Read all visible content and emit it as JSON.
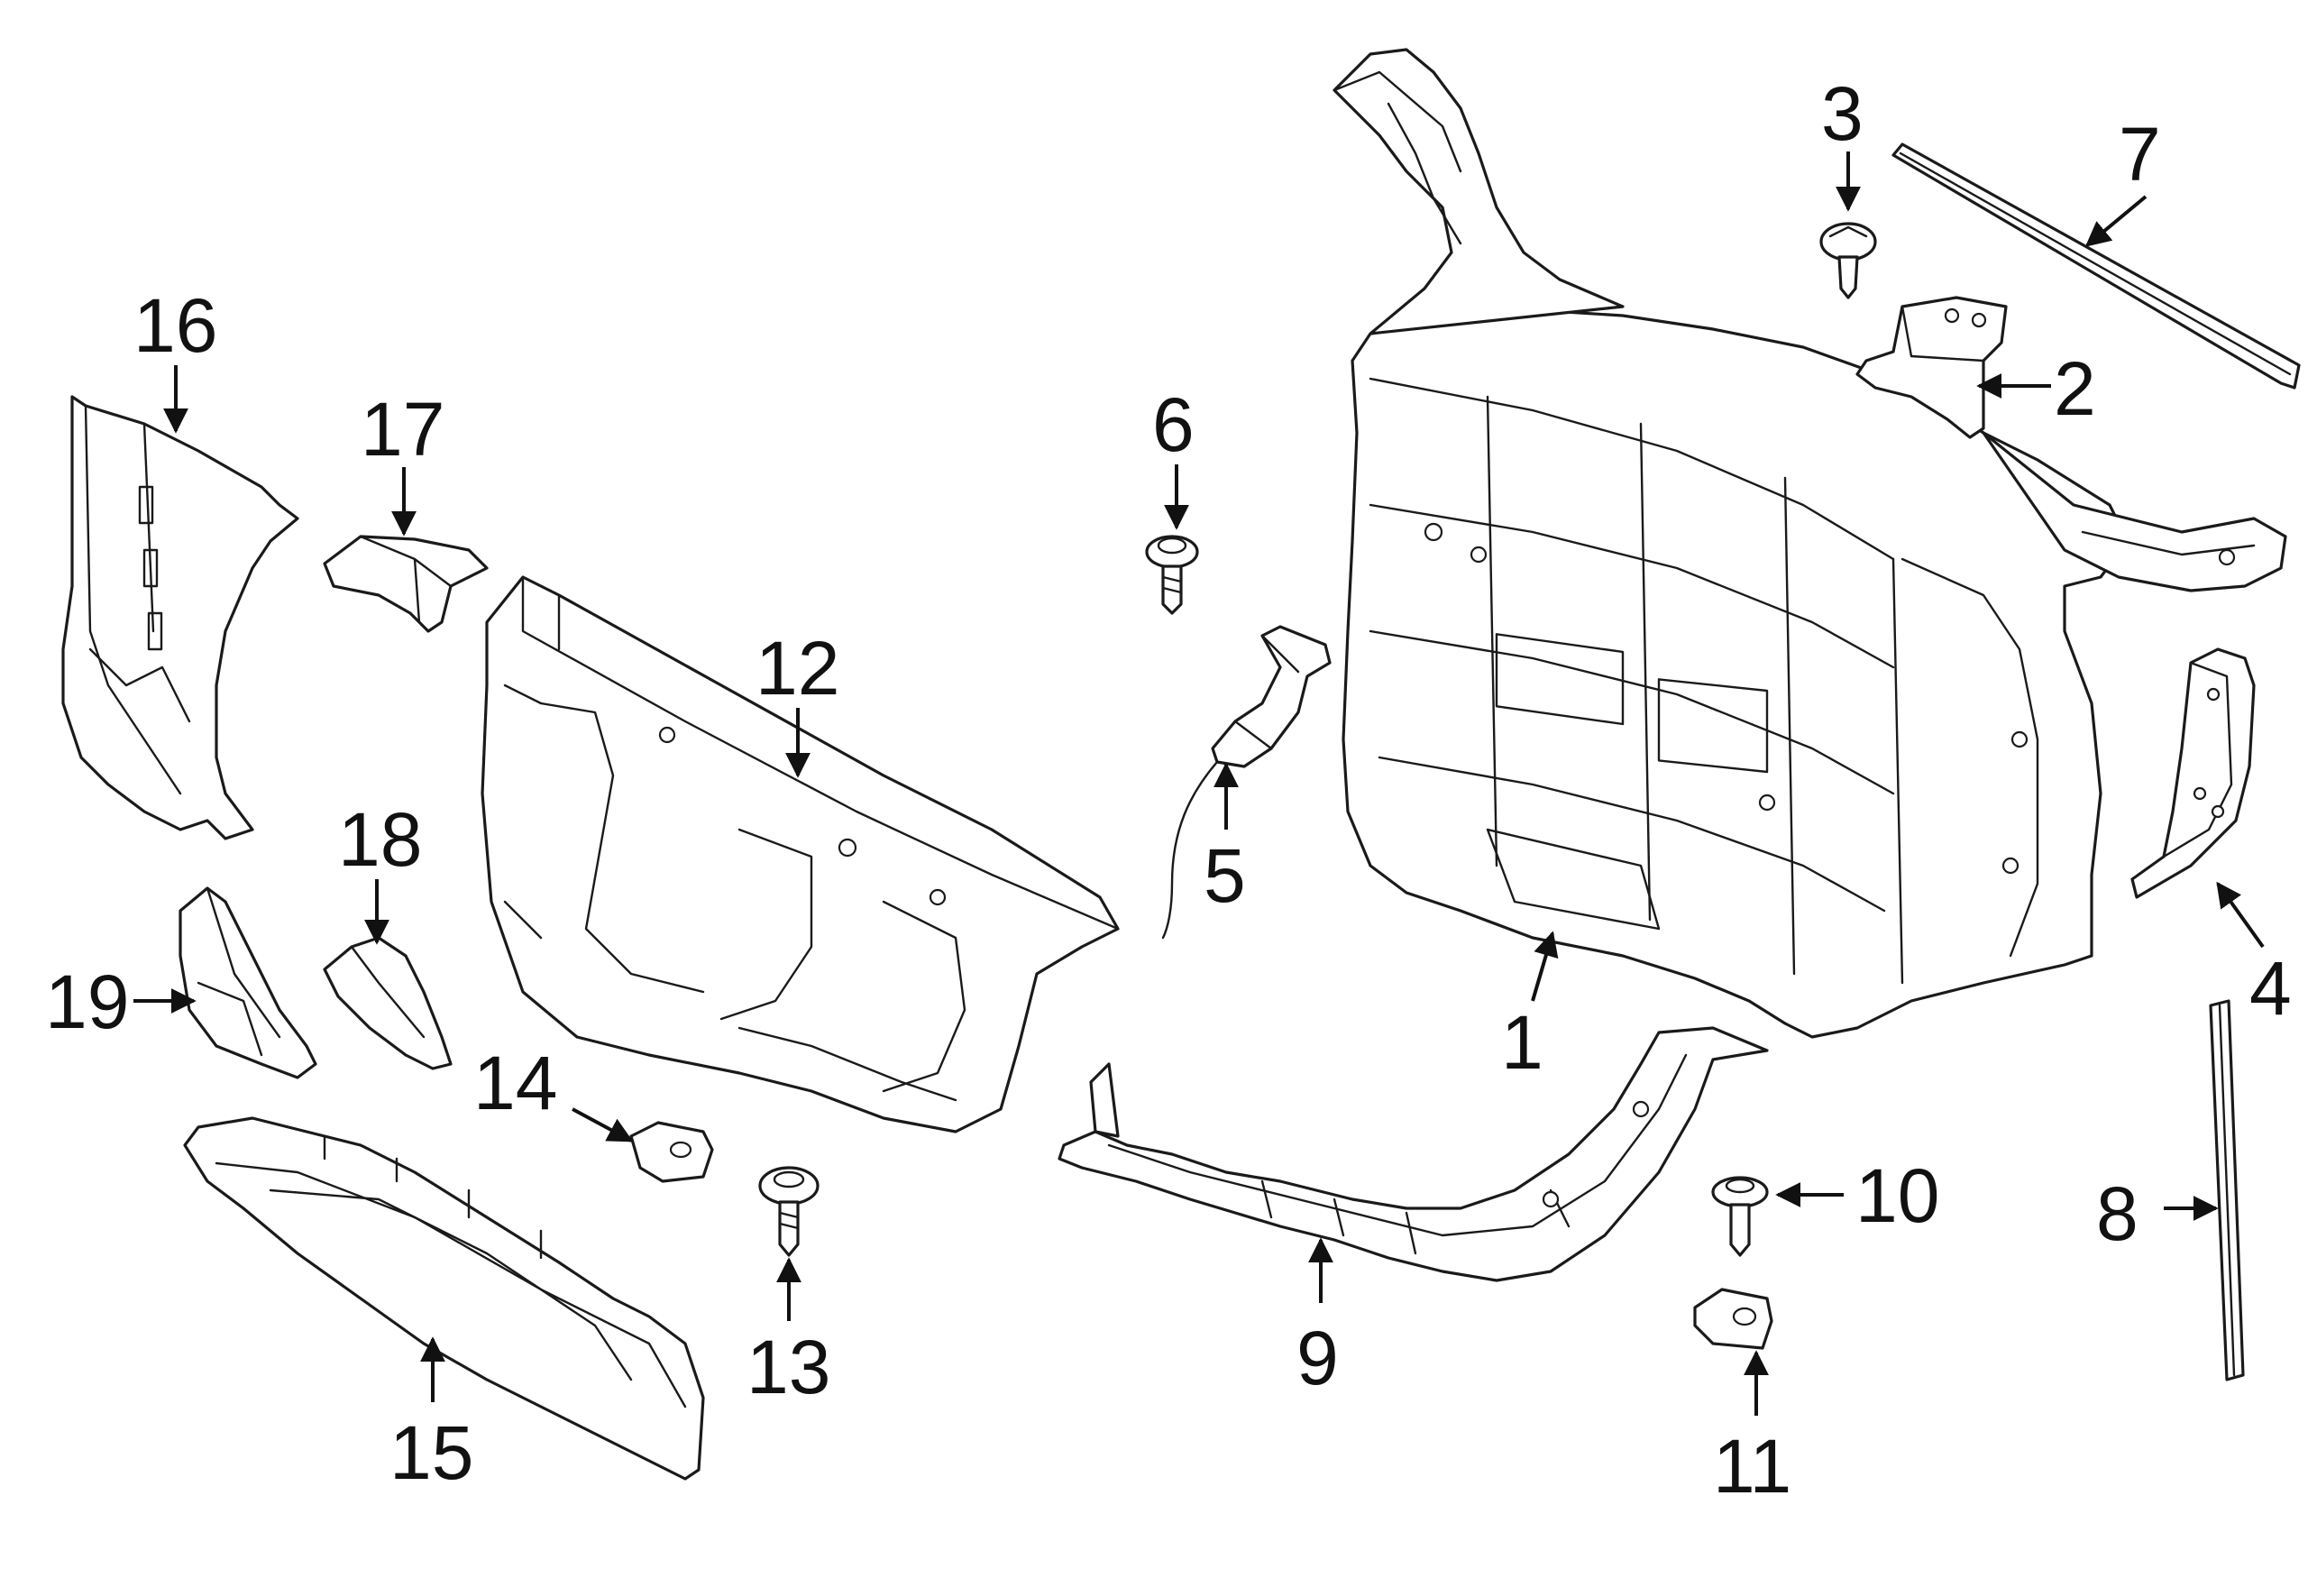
{
  "diagram": {
    "callouts": [
      {
        "id": "1",
        "label": "1"
      },
      {
        "id": "2",
        "label": "2"
      },
      {
        "id": "3",
        "label": "3"
      },
      {
        "id": "4",
        "label": "4"
      },
      {
        "id": "5",
        "label": "5"
      },
      {
        "id": "6",
        "label": "6"
      },
      {
        "id": "7",
        "label": "7"
      },
      {
        "id": "8",
        "label": "8"
      },
      {
        "id": "9",
        "label": "9"
      },
      {
        "id": "10",
        "label": "10"
      },
      {
        "id": "11",
        "label": "11"
      },
      {
        "id": "12",
        "label": "12"
      },
      {
        "id": "13",
        "label": "13"
      },
      {
        "id": "14",
        "label": "14"
      },
      {
        "id": "15",
        "label": "15"
      },
      {
        "id": "16",
        "label": "16"
      },
      {
        "id": "17",
        "label": "17"
      },
      {
        "id": "18",
        "label": "18"
      },
      {
        "id": "19",
        "label": "19"
      }
    ],
    "colors": {
      "line": "#1a1a1a",
      "background": "#ffffff"
    }
  }
}
